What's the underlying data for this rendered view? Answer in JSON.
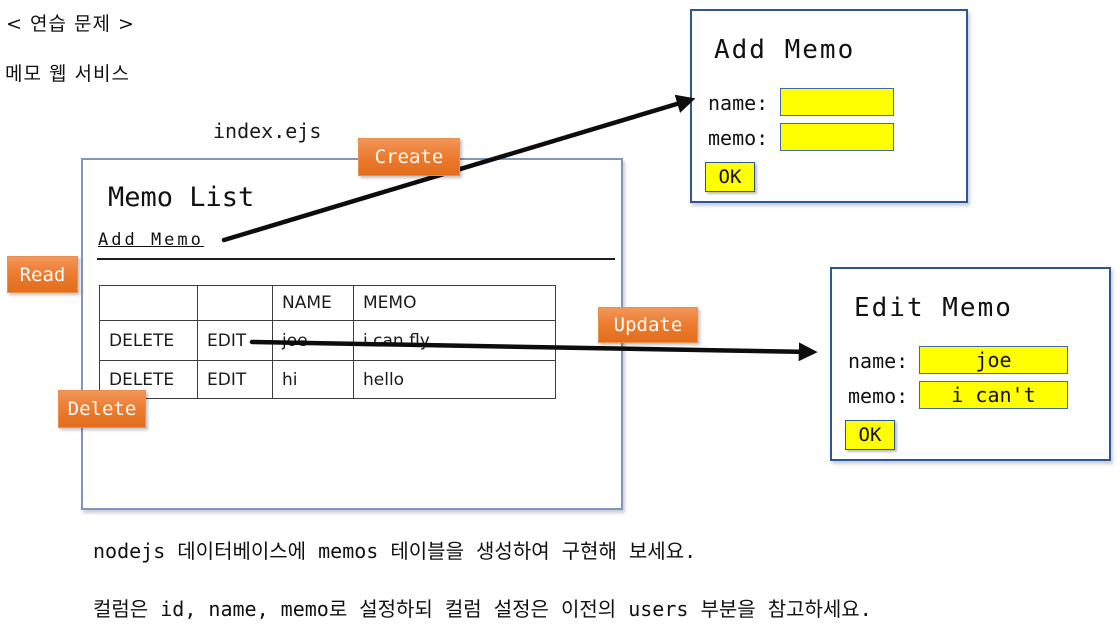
{
  "page": {
    "heading": "< 연습 문제 >",
    "subheading": "메모 웹 서비스",
    "footer_line1": "nodejs 데이터베이스에 memos 테이블을 생성하여 구현해 보세요.",
    "footer_line2": "컬럼은 id, name, memo로 설정하되 컬럼 설정은 이전의 users 부분을 참고하세요."
  },
  "colors": {
    "crud_label_orange": "#ED7D31",
    "input_yellow": "#FFFF00",
    "dialog_border_blue": "#2F5597",
    "panel_border_blue": "#8296BC",
    "arrow_black": "#0D0D0D"
  },
  "crud_labels": {
    "create": "Create",
    "read": "Read",
    "update": "Update",
    "delete": "Delete"
  },
  "memo_list": {
    "file_label": "index.ejs",
    "title": "Memo List",
    "add_link": "Add Memo",
    "table": {
      "headers": [
        "",
        "",
        "NAME",
        "MEMO"
      ],
      "rows": [
        {
          "delete": "DELETE",
          "edit": "EDIT",
          "name": "joe",
          "memo": "i can fly"
        },
        {
          "delete": "DELETE",
          "edit": "EDIT",
          "name": "hi",
          "memo": "hello"
        }
      ]
    }
  },
  "add_dialog": {
    "title": "Add Memo",
    "name_label": "name:",
    "memo_label": "memo:",
    "name_value": "",
    "memo_value": "",
    "ok_label": "OK"
  },
  "edit_dialog": {
    "title": "Edit Memo",
    "name_label": "name:",
    "memo_label": "memo:",
    "name_value": "joe",
    "memo_value": "i can't",
    "ok_label": "OK"
  }
}
